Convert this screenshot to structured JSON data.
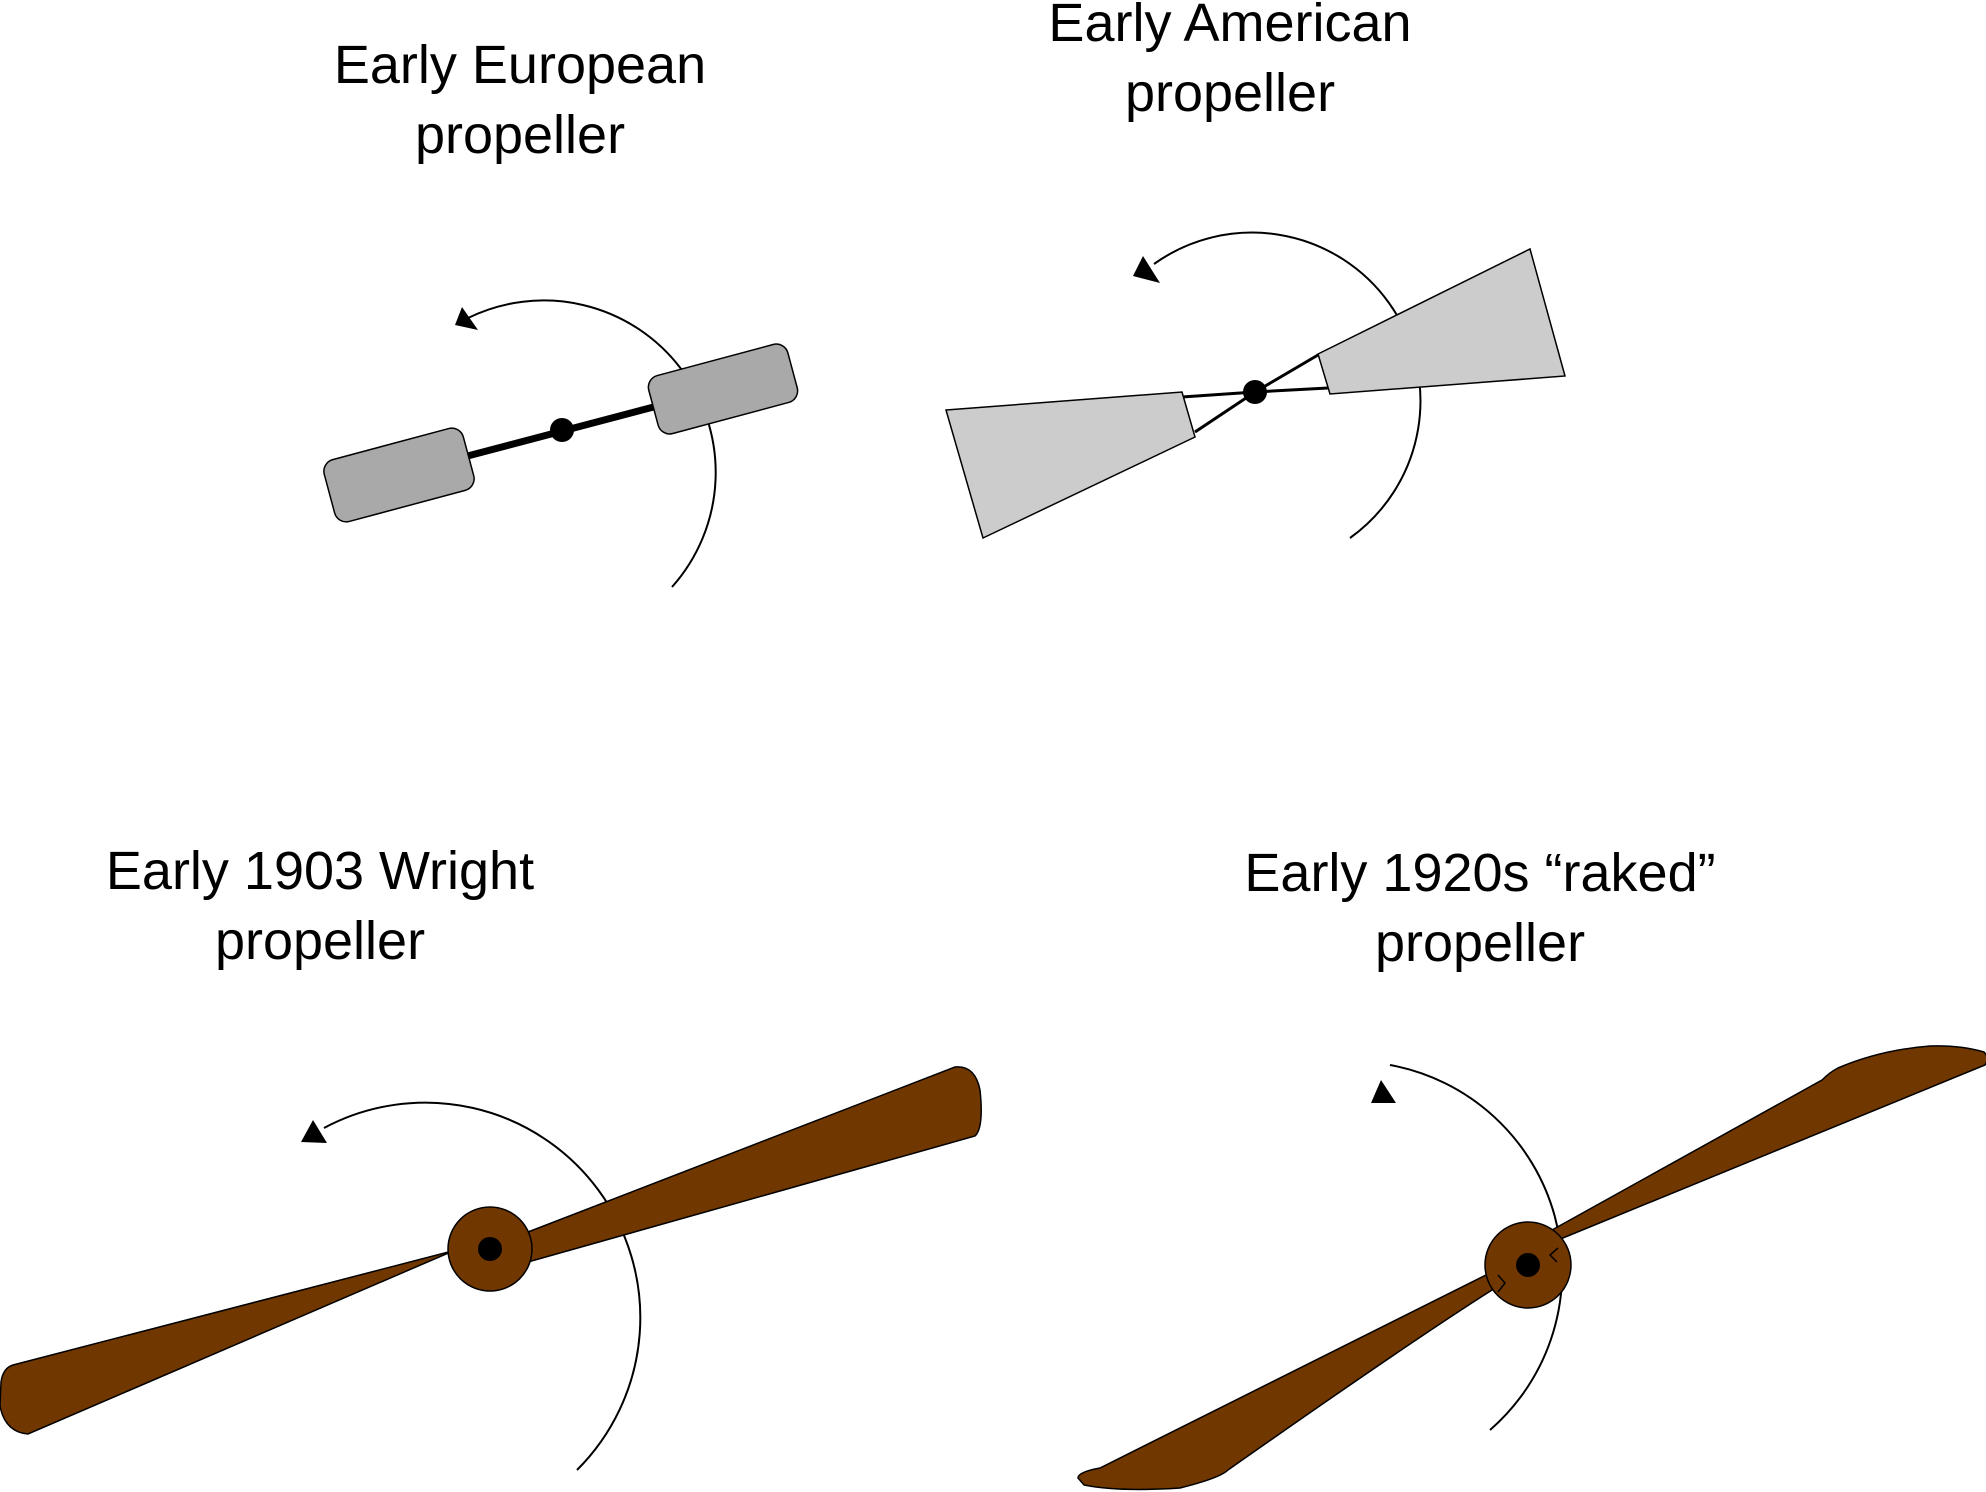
{
  "diagram": {
    "panels": [
      {
        "id": "european",
        "line1": "Early European",
        "line2": "propeller"
      },
      {
        "id": "american",
        "line1": "Early American",
        "line2": "propeller"
      },
      {
        "id": "wright",
        "line1": "Early 1903 Wright",
        "line2": "propeller"
      },
      {
        "id": "raked",
        "line1": "Early 1920s “raked”",
        "line2": "propeller"
      }
    ]
  },
  "colors": {
    "european_blade": "#a9a9a9",
    "american_blade": "#cccccc",
    "wood": "#703700",
    "stroke": "#000000"
  },
  "icons": {
    "rotation_arrow": "rotation-arrow-icon",
    "hub": "hub-icon"
  }
}
